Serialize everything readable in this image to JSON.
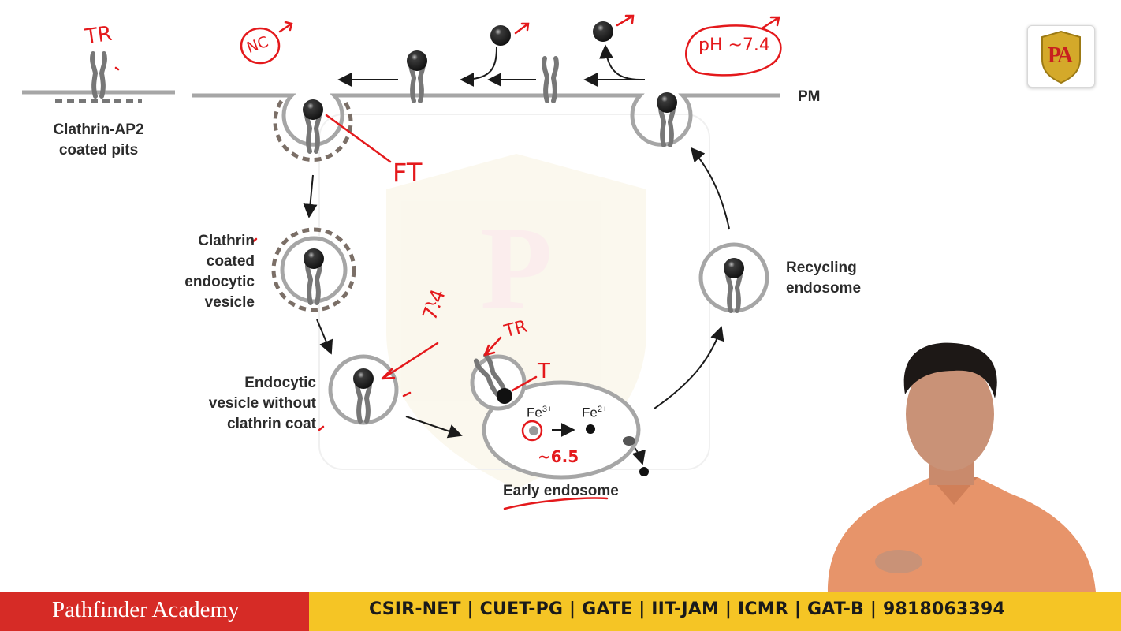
{
  "diagram": {
    "labels": {
      "pm": "PM",
      "coated_pits": [
        "Clathrin-AP2",
        "coated pits"
      ],
      "coated_vesicle": [
        "Clathrin",
        "coated",
        "endocytic",
        "vesicle"
      ],
      "uncoated_vesicle": [
        "Endocytic",
        "vesicle without",
        "clathrin coat"
      ],
      "recycling": [
        "Recycling",
        "endosome"
      ],
      "early_endosome": "Early endosome",
      "fe3": "Fe",
      "fe3_sup": "3+",
      "fe2": "Fe",
      "fe2_sup": "2+"
    },
    "annotations": {
      "tr_top": "TR",
      "nc": "NC",
      "ph": "pH ~7.4",
      "ft": "FT",
      "tilde": "~",
      "ph_vesicle": "7.4",
      "tr_endosome": "TR",
      "t_endosome": "T",
      "ph_endosome": "~6.5"
    }
  },
  "logo": {
    "letters": "PA"
  },
  "footer": {
    "brand": "Pathfinder Academy",
    "courses": "CSIR-NET  | CUET-PG  |  GATE  |  IIT-JAM  | ICMR  |  GAT-B  | 9818063394",
    "colors": {
      "left": "#d62b26",
      "right": "#f5c525"
    }
  }
}
